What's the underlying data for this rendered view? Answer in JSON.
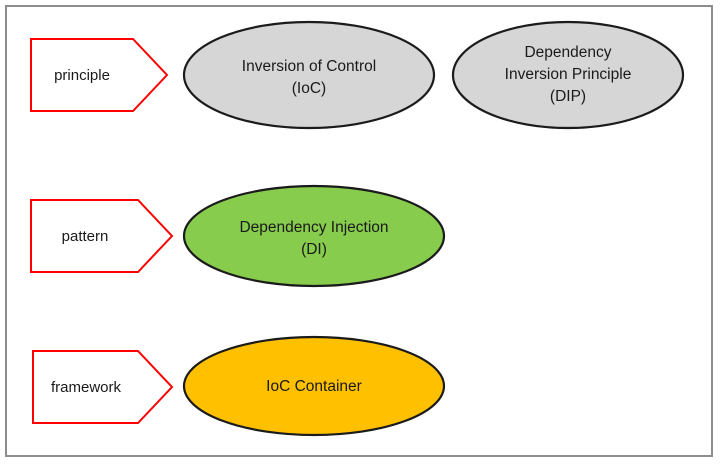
{
  "diagram": {
    "title": "IoC / DI / IoC Container layering diagram",
    "background_color": "#ffffff",
    "frame_border_color": "#8d8d8d",
    "tag_outline_color": "#fe0000",
    "tag_fill_color": "#ffffff",
    "node_stroke_color": "#1b1b1b",
    "text_color": "#1a1a1a",
    "rows": [
      {
        "id": "principle",
        "tag": {
          "label": "principle"
        },
        "nodes": [
          {
            "id": "ioc",
            "lines": [
              "Inversion of Control",
              "(IoC)"
            ],
            "fill": "#d6d6d6"
          },
          {
            "id": "dip",
            "lines": [
              "Dependency",
              "Inversion Principle",
              "(DIP)"
            ],
            "fill": "#d6d6d6"
          }
        ]
      },
      {
        "id": "pattern",
        "tag": {
          "label": "pattern"
        },
        "nodes": [
          {
            "id": "di",
            "lines": [
              "Dependency Injection",
              "(DI)"
            ],
            "fill": "#87cc4d"
          }
        ]
      },
      {
        "id": "framework",
        "tag": {
          "label": "framework"
        },
        "nodes": [
          {
            "id": "ioc-container",
            "lines": [
              "IoC Container"
            ],
            "fill": "#ffc000"
          }
        ]
      }
    ]
  }
}
